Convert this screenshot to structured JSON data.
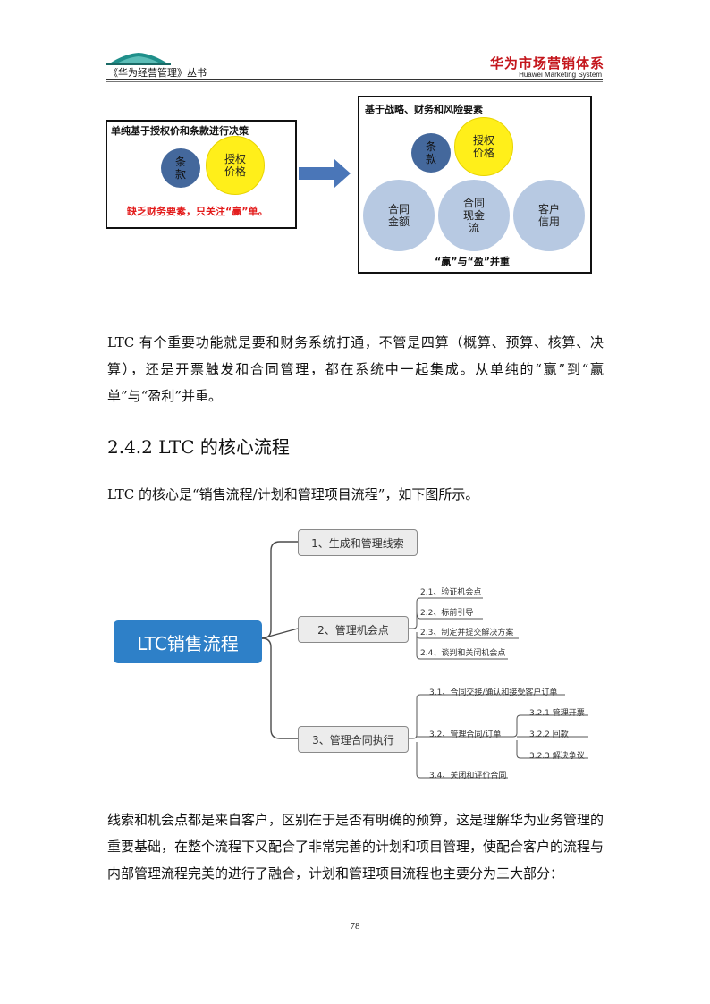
{
  "header": {
    "series": "《华为经营管理》丛书",
    "brand_cn": "华为市场营销体系",
    "brand_en": "Huawei Marketing System"
  },
  "figure_top": {
    "left_box": {
      "title": "单纯基于授权价和条款进行决策",
      "circle_terms": "条款",
      "circle_price": "授权价格",
      "warning": "缺乏财务要素，只关注“赢”单。"
    },
    "right_box": {
      "title": "基于战略、财务和风险要素",
      "circle_terms": "条款",
      "circle_price": "授权价格",
      "circle_amount": "合同金额",
      "circle_cashflow": "合同现金流",
      "circle_credit": "客户信用",
      "footer": "“赢”与“盈”并重"
    }
  },
  "para1": "LTC 有个重要功能就是要和财务系统打通，不管是四算（概算、预算、核算、决算），还是开票触发和合同管理，都在系统中一起集成。从单纯的“赢”到“赢单”与“盈利”并重。",
  "section_title": "2.4.2 LTC 的核心流程",
  "para2": "LTC 的核心是“销售流程/计划和管理项目流程”，如下图所示。",
  "mindmap": {
    "root": "LTC销售流程",
    "node1": "1、生成和管理线索",
    "node2": "2、管理机会点",
    "node2_children": [
      "2.1、验证机会点",
      "2.2、标前引导",
      "2.3、制定并提交解决方案",
      "2.4、谈判和关闭机会点"
    ],
    "node3": "3、管理合同执行",
    "node3_c1": "3.1、合同交接/确认和接受客户订单",
    "node3_c2": "3.2、管理合同/订单",
    "node3_c2_children": [
      "3.2.1 管理开票",
      "3.2.2 回款",
      "3.2.3 解决争议"
    ],
    "node3_c3": "3.4、关闭和评价合同"
  },
  "para3": "线索和机会点都是来自客户，区别在于是否有明确的预算，这是理解华为业务管理的重要基础，在整个流程下又配合了非常完善的计划和项目管理，使配合客户的流程与内部管理流程完美的进行了融合，计划和管理项目流程也主要分为三大部分：",
  "page_number": "78",
  "colors": {
    "brand_red": "#c4161c",
    "root_blue": "#2e80c8",
    "circle_navy": "#44689c",
    "circle_yellow": "#ffef1a",
    "circle_light": "#b7c9e2",
    "arrow_blue": "#4a76b8",
    "warning_red": "#e31b1b"
  }
}
